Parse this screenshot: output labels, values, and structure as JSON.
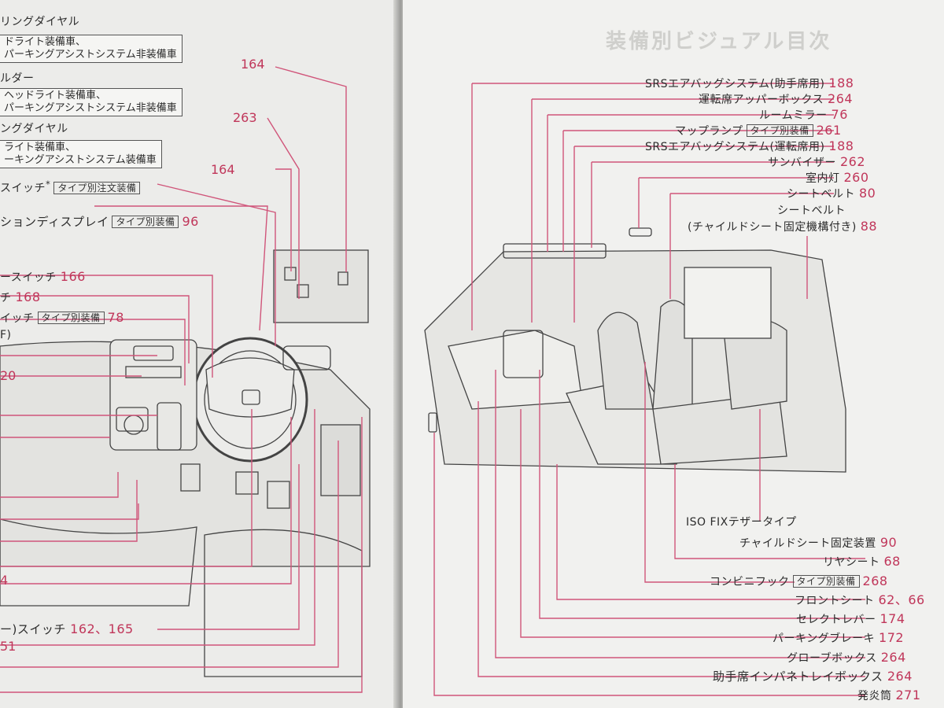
{
  "left_page": {
    "heading_lines": [
      "リングダイヤル",
      "ルダー",
      "ングダイヤル"
    ],
    "box1": [
      "ドライト装備車、",
      "パーキングアシストシステム非装備車"
    ],
    "box2": [
      "ヘッドライト装備車、",
      "パーキングアシストシステム非装備車"
    ],
    "box3": [
      "ライト装備車、",
      "ーキングアシストシステム装備車"
    ],
    "labels": [
      {
        "text": "スイッチ",
        "sup": "*",
        "badge": "タイプ別注文装備",
        "page": ""
      },
      {
        "text": "ションディスプレイ",
        "badge": "タイプ別装備",
        "page": "96"
      },
      {
        "text": "ースイッチ",
        "page": "166"
      },
      {
        "text": "チ",
        "page": "168"
      },
      {
        "text": "イッチ",
        "badge": "タイプ別装備",
        "page": "78"
      },
      {
        "text": "F)",
        "page": ""
      },
      {
        "text": "",
        "page": "20"
      },
      {
        "text": "",
        "page": "4"
      },
      {
        "text": "ー)スイッチ",
        "page": "162、165"
      },
      {
        "text": "",
        "page": "51"
      }
    ],
    "page_refs": [
      "164",
      "263",
      "164"
    ]
  },
  "right_page": {
    "heading": "装備別ビジュアル目次",
    "top_labels": [
      {
        "text": "SRSエアバッグシステム(助手席用)",
        "page": "188"
      },
      {
        "text": "運転席アッパーボックス",
        "page": "264"
      },
      {
        "text": "ルームミラー",
        "page": "76"
      },
      {
        "text": "マップランプ",
        "badge": "タイプ別装備",
        "page": "261"
      },
      {
        "text": "SRSエアバッグシステム(運転席用)",
        "page": "188"
      },
      {
        "text": "サンバイザー",
        "page": "262"
      },
      {
        "text": "室内灯",
        "page": "260"
      },
      {
        "text": "シートベルト",
        "page": "80"
      },
      {
        "text": "シートベルト",
        "page": ""
      },
      {
        "text": "(チャイルドシート固定機構付き)",
        "page": "88"
      }
    ],
    "bottom_labels": [
      {
        "text": "ISO FIXテザータイプ",
        "page": ""
      },
      {
        "text": "チャイルドシート固定装置",
        "page": "90"
      },
      {
        "text": "リヤシート",
        "page": "68"
      },
      {
        "text": "コンビニフック",
        "badge": "タイプ別装備",
        "page": "268"
      },
      {
        "text": "フロントシート",
        "page": "62、66"
      },
      {
        "text": "セレクトレバー",
        "page": "174"
      },
      {
        "text": "パーキングブレーキ",
        "page": "172"
      },
      {
        "text": "グローブボックス",
        "page": "264"
      },
      {
        "text": "助手席インパネトレイボックス",
        "page": "264"
      },
      {
        "text": "発炎筒",
        "page": "271"
      }
    ]
  },
  "colors": {
    "leader_line": "#d0557a",
    "page_number": "#c0365a",
    "text": "#2c2c2c"
  }
}
